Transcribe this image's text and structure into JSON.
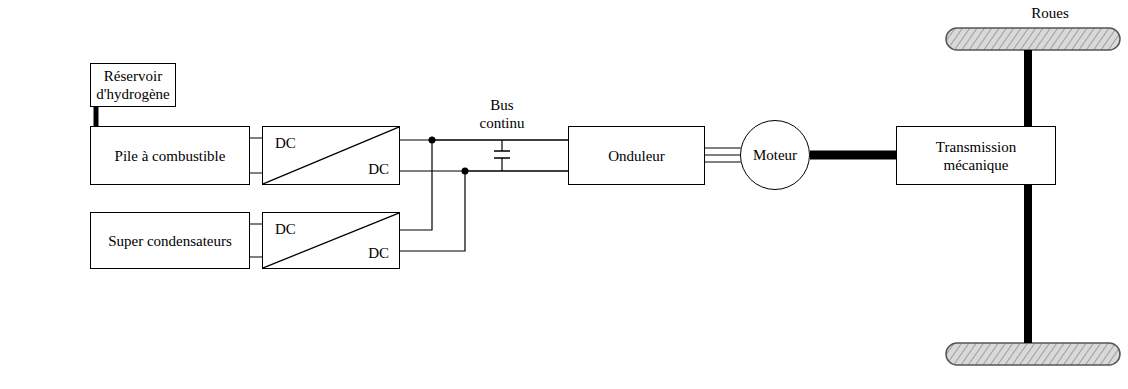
{
  "diagram": {
    "nodes": [
      {
        "text": [
          "Réservoir d'hydrogène"
        ]
      },
      {
        "text": [
          "Pile à combustible"
        ]
      },
      {
        "text": [
          "DC",
          "DC"
        ]
      },
      {
        "text": [
          "Super condensateurs"
        ]
      },
      {
        "text": [
          "DC",
          "DC"
        ]
      },
      {
        "text": [
          "Onduleur"
        ]
      },
      {
        "text": [
          "Moteur"
        ]
      },
      {
        "text": [
          "Transmission mécanique"
        ]
      }
    ],
    "edges": [
      {
        "from": 0,
        "to": 1,
        "arrow": "none"
      },
      {
        "from": 1,
        "to": 2,
        "arrow": "none"
      },
      {
        "from": 3,
        "to": 4,
        "arrow": "none"
      },
      {
        "from": 2,
        "to": 5,
        "arrow": "none"
      },
      {
        "from": 4,
        "to": 5,
        "arrow": "none"
      },
      {
        "from": 5,
        "to": 6,
        "arrow": "none"
      },
      {
        "from": 6,
        "to": 7,
        "arrow": "none"
      }
    ],
    "labels": [
      "Bus continu",
      "Roues"
    ]
  }
}
